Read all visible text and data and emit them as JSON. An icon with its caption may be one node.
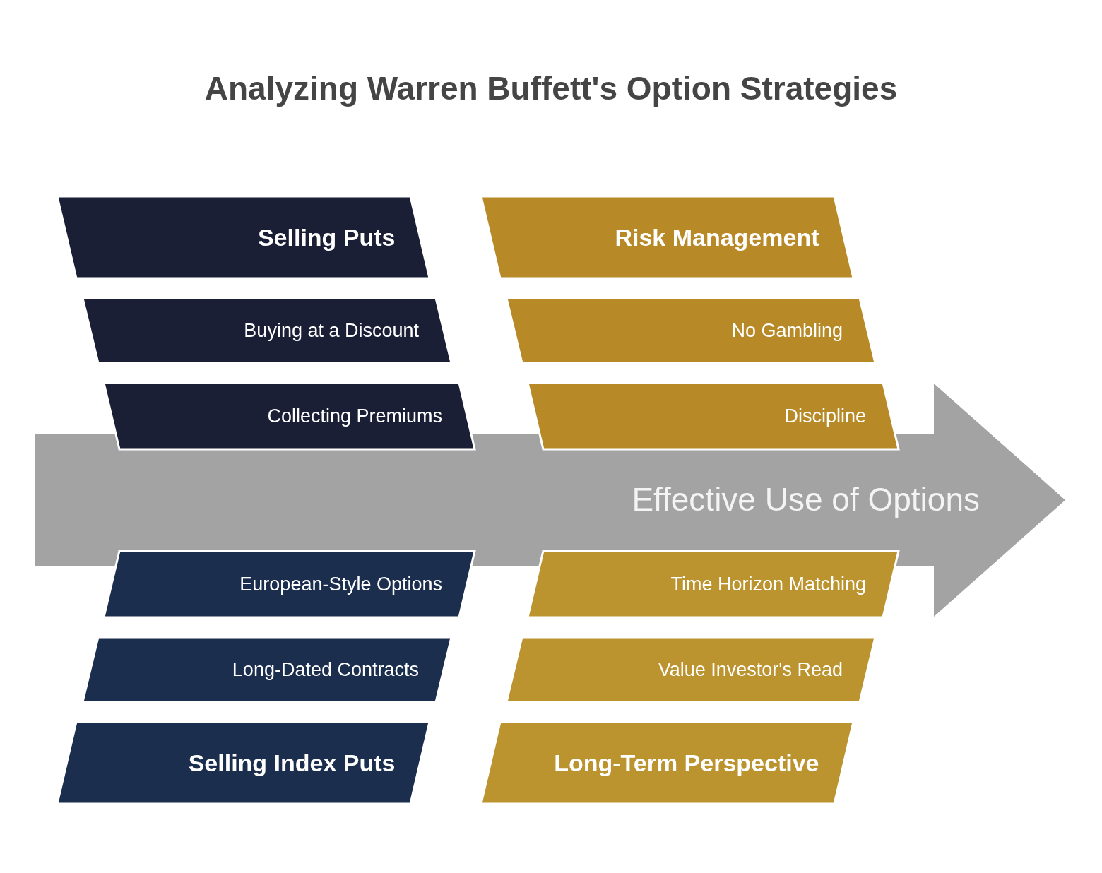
{
  "diagram": {
    "title": "Analyzing Warren Buffett's Option Strategies",
    "nodes": [
      {
        "text": [
          "Selling Puts"
        ]
      },
      {
        "text": [
          "Risk Management"
        ]
      },
      {
        "text": [
          "Buying at a Discount"
        ]
      },
      {
        "text": [
          "No Gambling"
        ]
      },
      {
        "text": [
          "Collecting Premiums"
        ]
      },
      {
        "text": [
          "Discipline"
        ]
      },
      {
        "text": [
          "Effective Use of Options"
        ]
      },
      {
        "text": [
          "European-Style Options"
        ]
      },
      {
        "text": [
          "Time Horizon Matching"
        ]
      },
      {
        "text": [
          "Long-Dated Contracts"
        ]
      },
      {
        "text": [
          "Value Investor's Read"
        ]
      },
      {
        "text": [
          "Selling Index Puts"
        ]
      },
      {
        "text": [
          "Long-Term Perspective"
        ]
      }
    ]
  }
}
